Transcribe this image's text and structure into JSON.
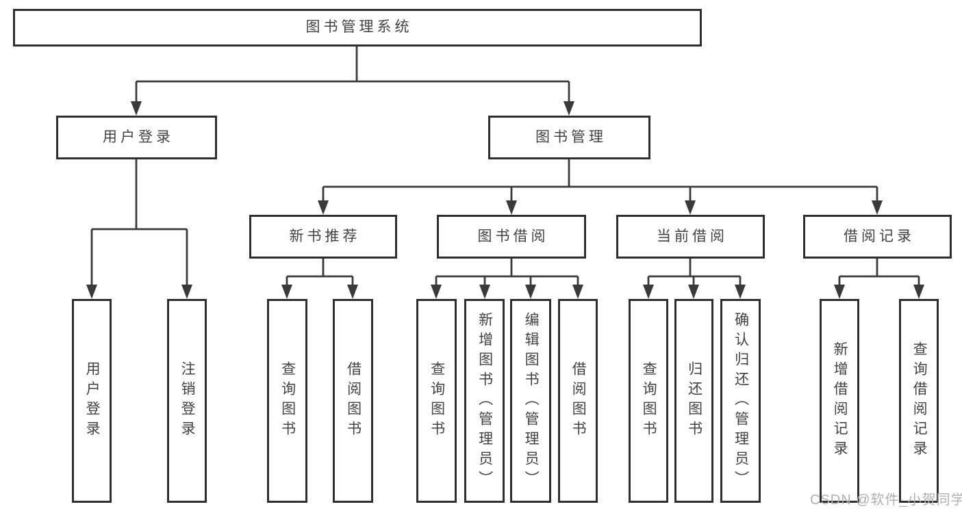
{
  "diagram": {
    "title": "图书管理系统",
    "level1": {
      "user_login": "用户登录",
      "book_management": "图书管理"
    },
    "level2": {
      "new_book_recommend": "新书推荐",
      "book_borrowing": "图书借阅",
      "current_borrowing": "当前借阅",
      "borrowing_records": "借阅记录"
    },
    "leaves": {
      "user_login": [
        "用户登录",
        "注销登录"
      ],
      "new_book_recommend": [
        "查询图书",
        "借阅图书"
      ],
      "book_borrowing": [
        "查询图书",
        "新增图书（管理员）",
        "编辑图书（管理员）",
        "借阅图书"
      ],
      "current_borrowing": [
        "查询图书",
        "归还图书",
        "确认归还（管理员）"
      ],
      "borrowing_records": [
        "新增借阅记录",
        "查询借阅记录"
      ]
    },
    "watermark": "CSDN @软件_小贺同学",
    "colors": {
      "line": "#3a3a3a",
      "box_border": "#2e2e2e",
      "text": "#424242",
      "background": "#ffffff",
      "watermark": "#b0b0b0"
    }
  }
}
